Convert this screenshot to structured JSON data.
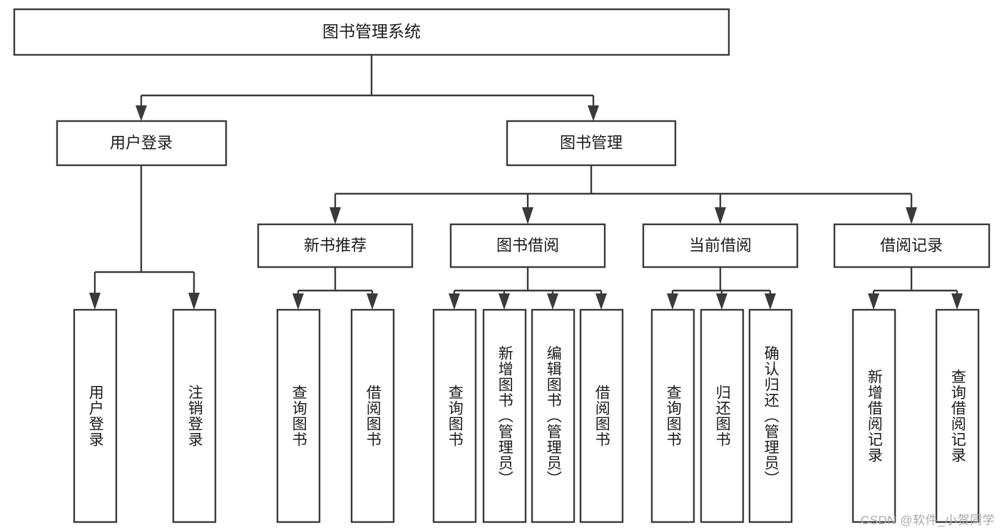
{
  "diagram": {
    "type": "tree",
    "title": "图书管理系统",
    "watermark": "CSDN @软件_小贺同学",
    "colors": {
      "box_stroke": "#3a3a3a",
      "box_fill": "#ffffff",
      "text": "#1b1b1b",
      "background": "#ffffff",
      "watermark": "#a9a9a9"
    },
    "nodes": {
      "root": {
        "label": "图书管理系统"
      },
      "level2": [
        {
          "id": "user-login",
          "label": "用户登录"
        },
        {
          "id": "book-management",
          "label": "图书管理"
        }
      ],
      "level3": [
        {
          "id": "new-book-recommend",
          "label": "新书推荐"
        },
        {
          "id": "book-borrow",
          "label": "图书借阅"
        },
        {
          "id": "current-borrow",
          "label": "当前借阅"
        },
        {
          "id": "borrow-record",
          "label": "借阅记录"
        }
      ],
      "leaves": {
        "user-login": [
          {
            "id": "leaf-user-login",
            "label": "用户登录"
          },
          {
            "id": "leaf-logout-login",
            "label": "注销登录"
          }
        ],
        "new-book-recommend": [
          {
            "id": "leaf-query-book-1",
            "label": "查询图书"
          },
          {
            "id": "leaf-borrow-book-1",
            "label": "借阅图书"
          }
        ],
        "book-borrow": [
          {
            "id": "leaf-query-book-2",
            "label": "查询图书"
          },
          {
            "id": "leaf-add-book",
            "label": "新增图书（管理员）"
          },
          {
            "id": "leaf-edit-book",
            "label": "编辑图书（管理员）"
          },
          {
            "id": "leaf-borrow-book-2",
            "label": "借阅图书"
          }
        ],
        "current-borrow": [
          {
            "id": "leaf-query-book-3",
            "label": "查询图书"
          },
          {
            "id": "leaf-return-book",
            "label": "归还图书"
          },
          {
            "id": "leaf-confirm-return",
            "label": "确认归还（管理员）"
          }
        ],
        "borrow-record": [
          {
            "id": "leaf-add-record",
            "label": "新增借阅记录"
          },
          {
            "id": "leaf-query-record",
            "label": "查询借阅记录"
          }
        ]
      }
    }
  }
}
